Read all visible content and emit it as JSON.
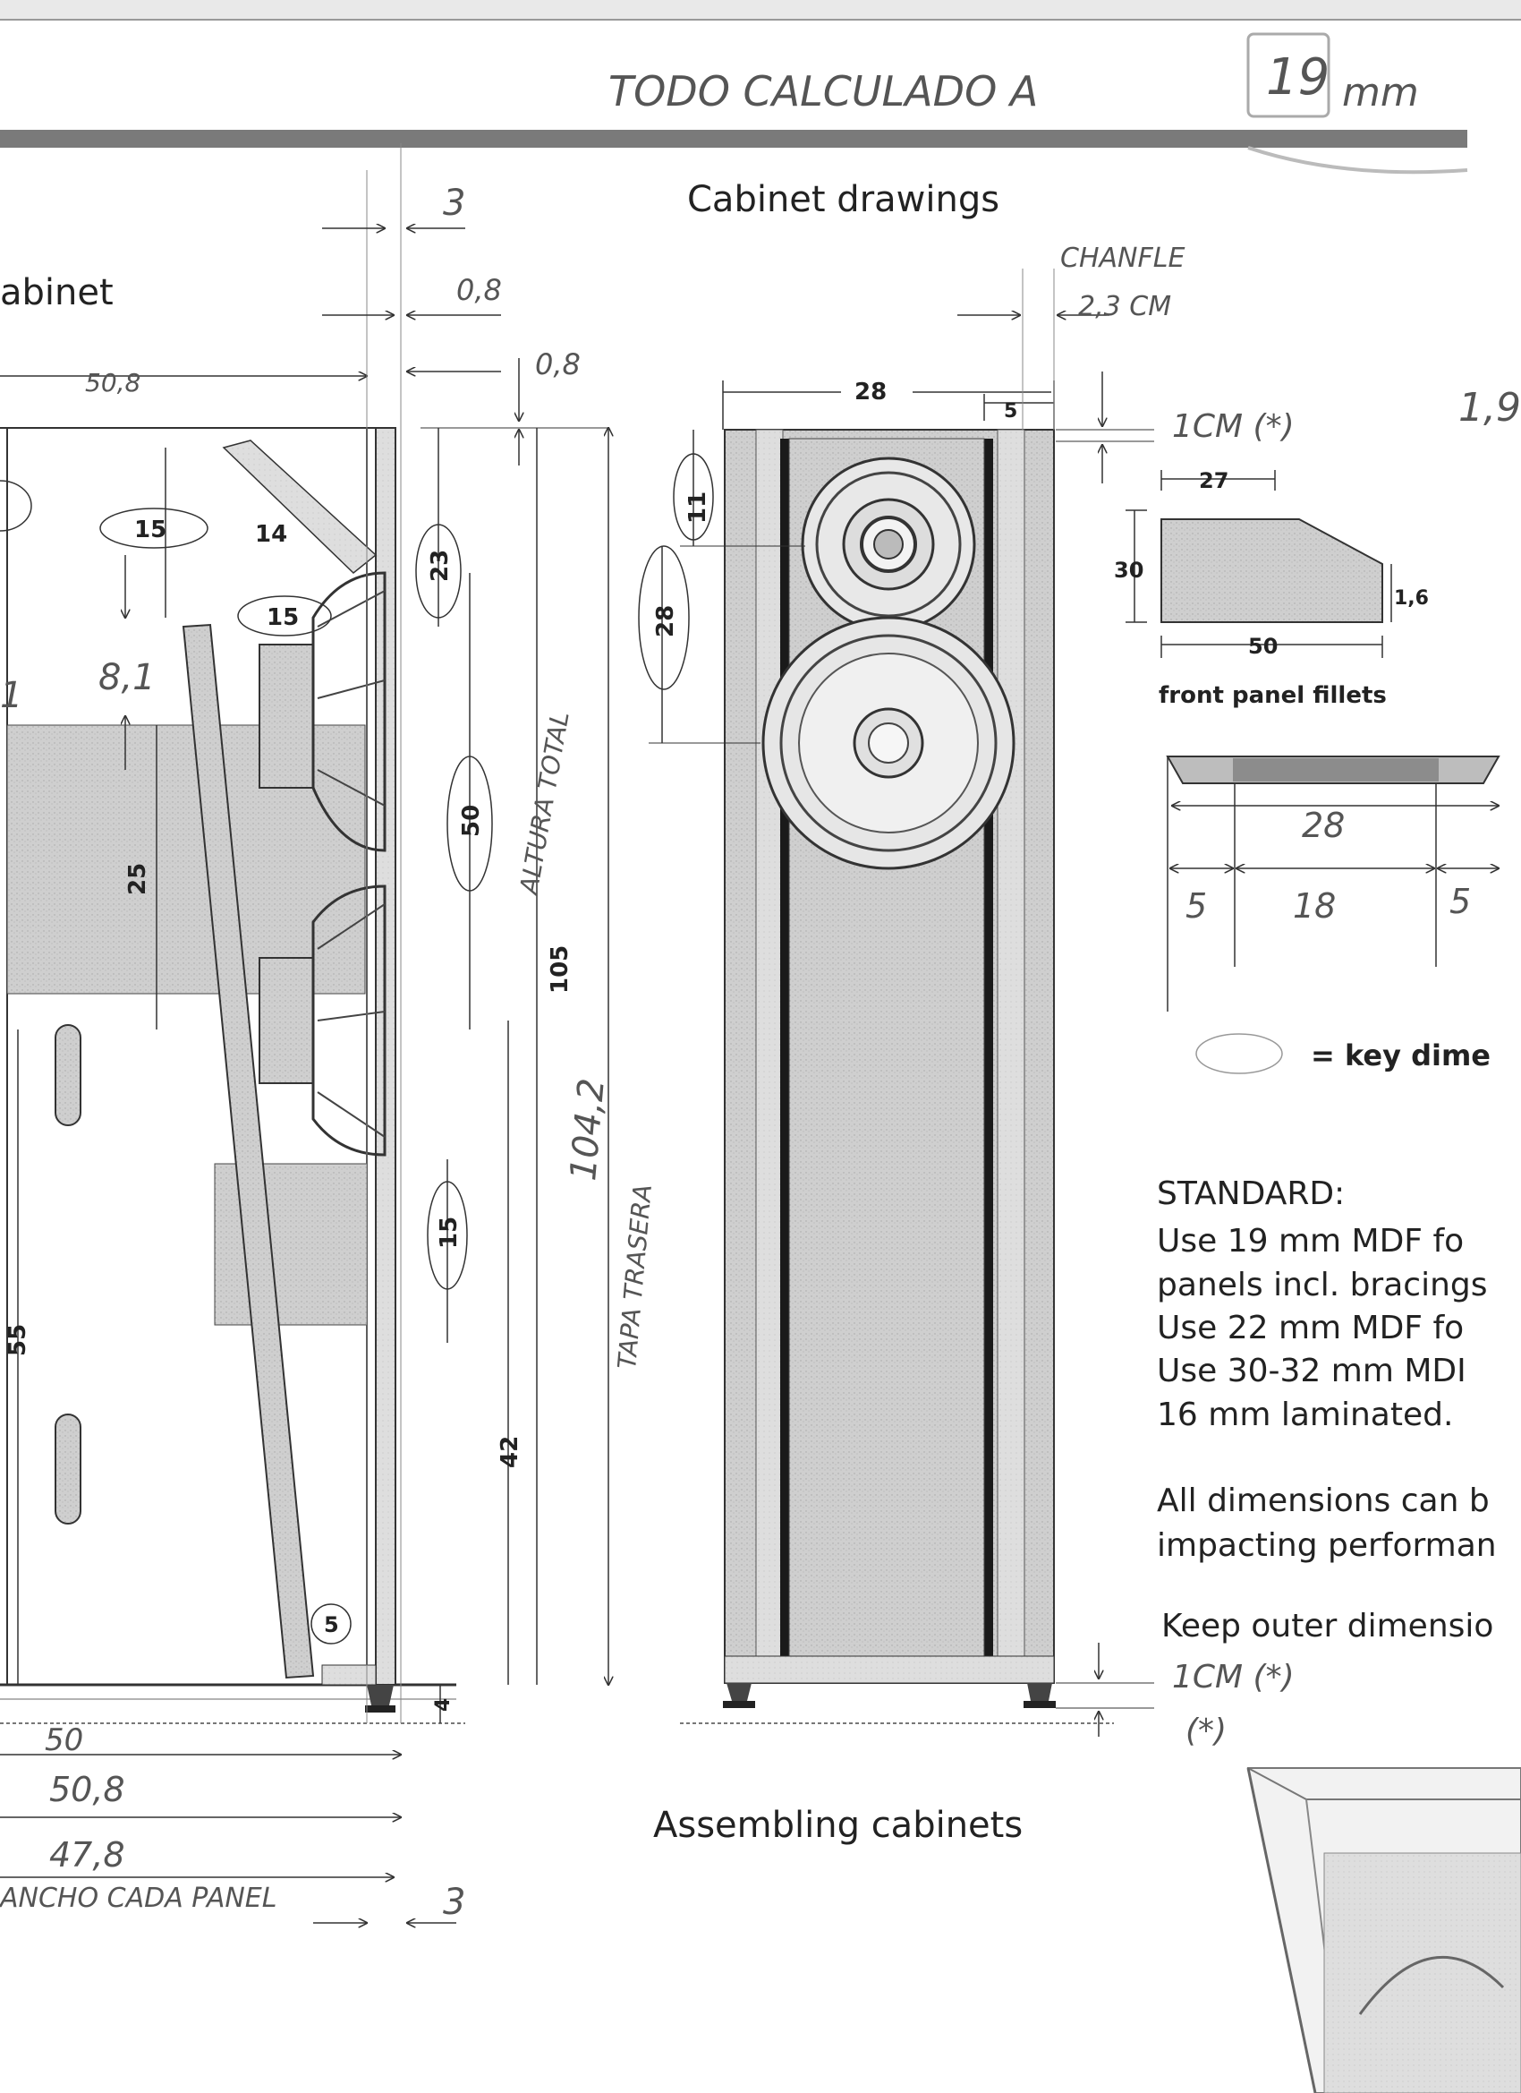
{
  "header": {
    "handwritten_note_prefix": "TODO CALCULADO A",
    "handwritten_number": "19",
    "handwritten_unit": "mm"
  },
  "title": "Cabinet drawings",
  "left_partial_title": "abinet",
  "section_footer": "Assembling cabinets",
  "side_view": {
    "dims": {
      "top_width": "50,8",
      "top_offset": "3",
      "offset_08a": "0,8",
      "offset_08b": "0,8",
      "key_15a": "15",
      "label_14": "14",
      "key_15b": "15",
      "dim_81": "8,1",
      "key_23": "23",
      "key_50": "50",
      "altura_total": "ALTURA TOTAL",
      "dim_105": "105",
      "dim_1042": "104,2",
      "tapa_trasera": "TAPA TRASERA",
      "dim_25": "25",
      "dim_55": "55",
      "key_15c": "15",
      "dim_42": "42",
      "key_5": "5",
      "dim_4": "4",
      "bottom_50": "50",
      "bottom_508": "50,8",
      "bottom_478": "47,8",
      "ancho_cada_panel": "ANCHO CADA PANEL",
      "bottom_3": "3",
      "left_edge_1": "1"
    }
  },
  "front_view": {
    "dims": {
      "width_28": "28",
      "offset_5": "5",
      "key_11": "11",
      "key_28": "28",
      "chanfle": "CHANFLE",
      "chanfle_value": "2,3 CM",
      "note_top": "1CM (*)",
      "note_bottom": "1CM (*)",
      "asterisk": "(*)"
    }
  },
  "fillet_diagram": {
    "dim_27": "27",
    "dim_30": "30",
    "dim_16": "1,6",
    "dim_50": "50",
    "caption": "front panel fillets"
  },
  "panel_section": {
    "dim_28": "28",
    "dim_5a": "5",
    "dim_18": "18",
    "dim_5b": "5"
  },
  "right_edge_note": "1,9",
  "legend": {
    "key_dim_text": "= key dime"
  },
  "standard_text": {
    "heading": "STANDARD:",
    "lines": [
      "Use 19 mm MDF fo",
      "panels incl. bracings",
      "Use 22 mm MDF fo",
      "Use 30-32 mm MDI",
      "16 mm laminated."
    ],
    "para2": [
      "All dimensions can b",
      "impacting performan"
    ],
    "para3": "Keep outer dimensio"
  }
}
